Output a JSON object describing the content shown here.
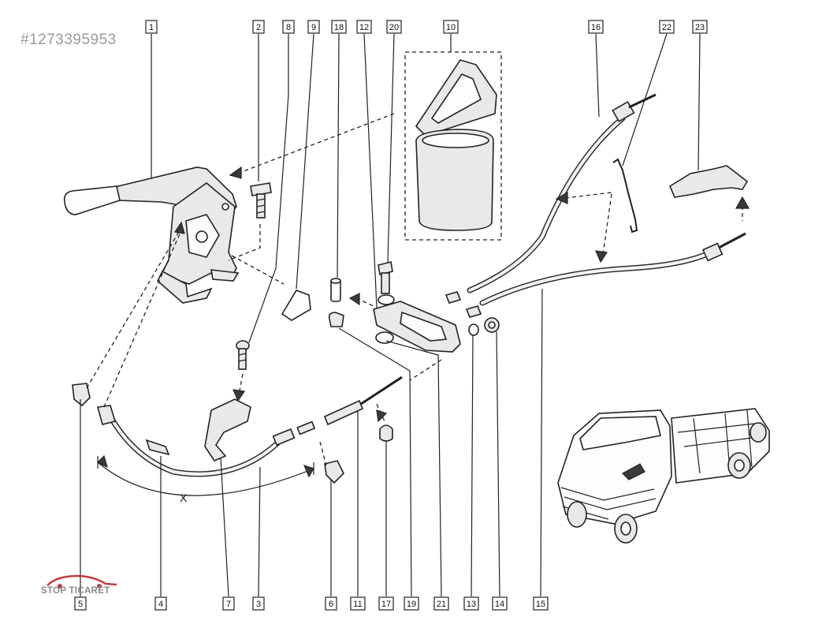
{
  "watermark": {
    "id_text": "#1273395953",
    "logo_text": "STOP TICARET"
  },
  "dimension_label": "X",
  "callouts": [
    {
      "text": "1"
    },
    {
      "text": "2"
    },
    {
      "text": "8"
    },
    {
      "text": "9"
    },
    {
      "text": "18"
    },
    {
      "text": "12"
    },
    {
      "text": "20"
    },
    {
      "text": "10"
    },
    {
      "text": "16"
    },
    {
      "text": "22"
    },
    {
      "text": "23"
    },
    {
      "text": "5"
    },
    {
      "text": "4"
    },
    {
      "text": "7"
    },
    {
      "text": "3"
    },
    {
      "text": "6"
    },
    {
      "text": "11"
    },
    {
      "text": "17"
    },
    {
      "text": "19"
    },
    {
      "text": "21"
    },
    {
      "text": "13"
    },
    {
      "text": "14"
    },
    {
      "text": "15"
    }
  ]
}
